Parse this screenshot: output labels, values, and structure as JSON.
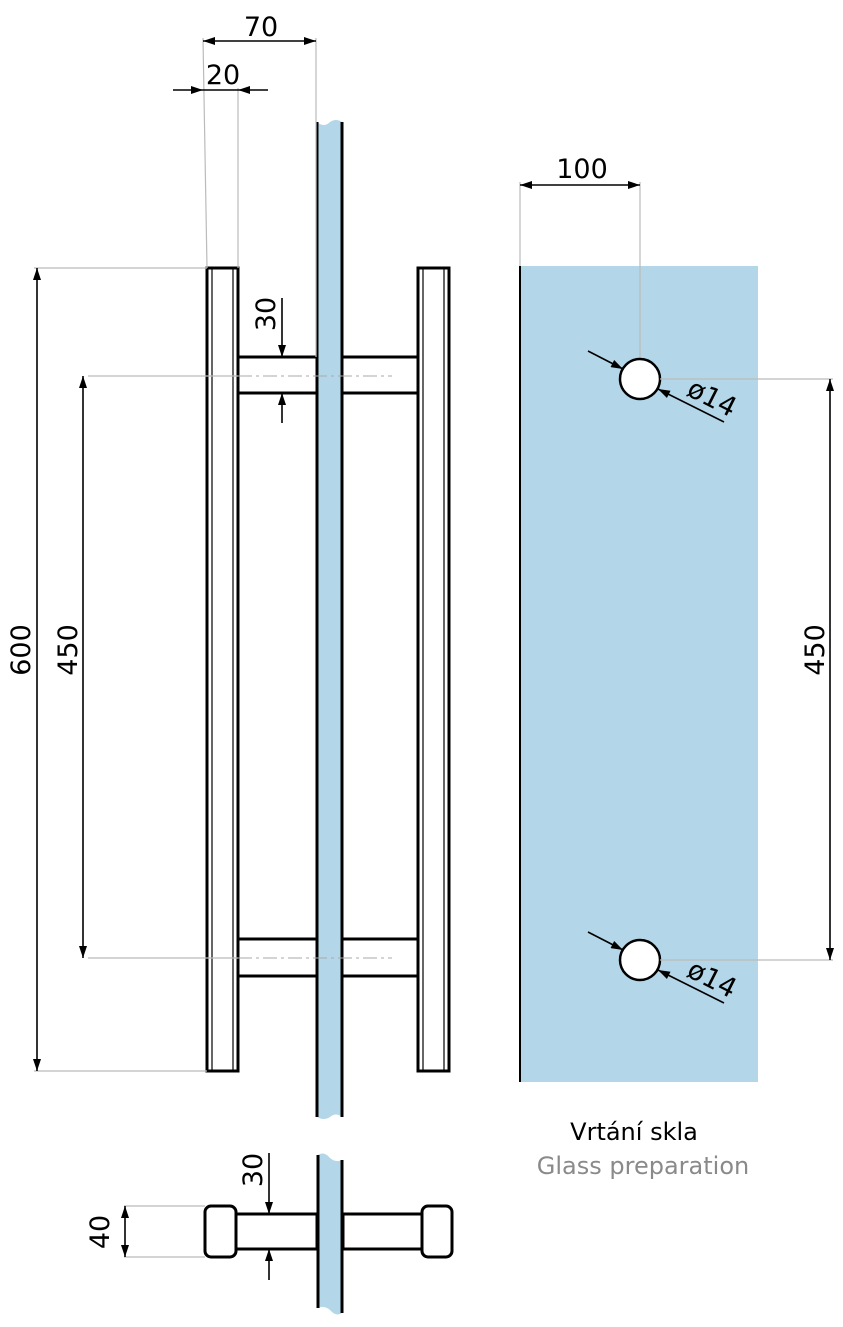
{
  "title": "Door pull handle drawing",
  "colors": {
    "glass": "#b3d7e8",
    "line": "#000000",
    "caption_secondary": "#8a8a8a"
  },
  "dimensions": {
    "offset_total": "70",
    "bar_width": "20",
    "standoff_dia_top": "30",
    "length": "600",
    "center_distance_left": "450",
    "hole_edge_distance": "100",
    "hole_dia_top": "ø14",
    "hole_dia_bottom": "ø14",
    "center_distance_right": "450",
    "standoff_dia_bottom": "30",
    "knob_dia": "40"
  },
  "caption": {
    "primary": "Vrtání skla",
    "secondary": "Glass preparation"
  }
}
